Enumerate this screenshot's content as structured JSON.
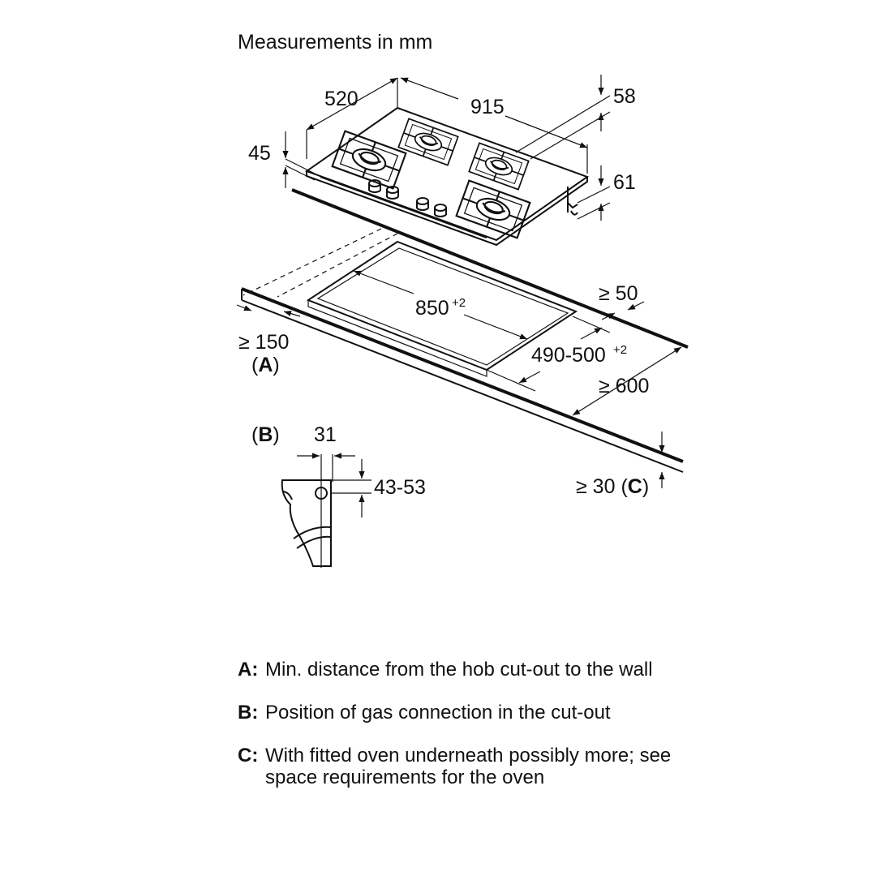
{
  "diagram": {
    "title": "Measurements in mm",
    "dims": {
      "depth": "520",
      "width": "915",
      "top_height": "58",
      "glass_height": "45",
      "total_height": "61",
      "cutout_width": "850",
      "cutout_width_tol": "+2",
      "cutout_depth": "490-500",
      "cutout_depth_tol": "+2",
      "rear_clearance": "≥ 50",
      "wall_distance": "≥ 150",
      "worktop_depth": "≥ 600",
      "worktop_thickness": "≥ 30",
      "gas_offset": "31",
      "gas_height": "43-53"
    },
    "labels": {
      "a_open": "(",
      "a_key": "A",
      "a_close": ")",
      "b_open": "(",
      "b_key": "B",
      "b_close": ")",
      "c_open": "(",
      "c_key": "C",
      "c_close": ")"
    }
  },
  "legend": [
    {
      "key": "A:",
      "text": "Min. distance from the hob cut-out to the wall"
    },
    {
      "key": "B:",
      "text": "Position of gas connection in the cut-out"
    },
    {
      "key": "C:",
      "text": "With fitted oven underneath possibly more; see space requirements for the oven"
    }
  ]
}
